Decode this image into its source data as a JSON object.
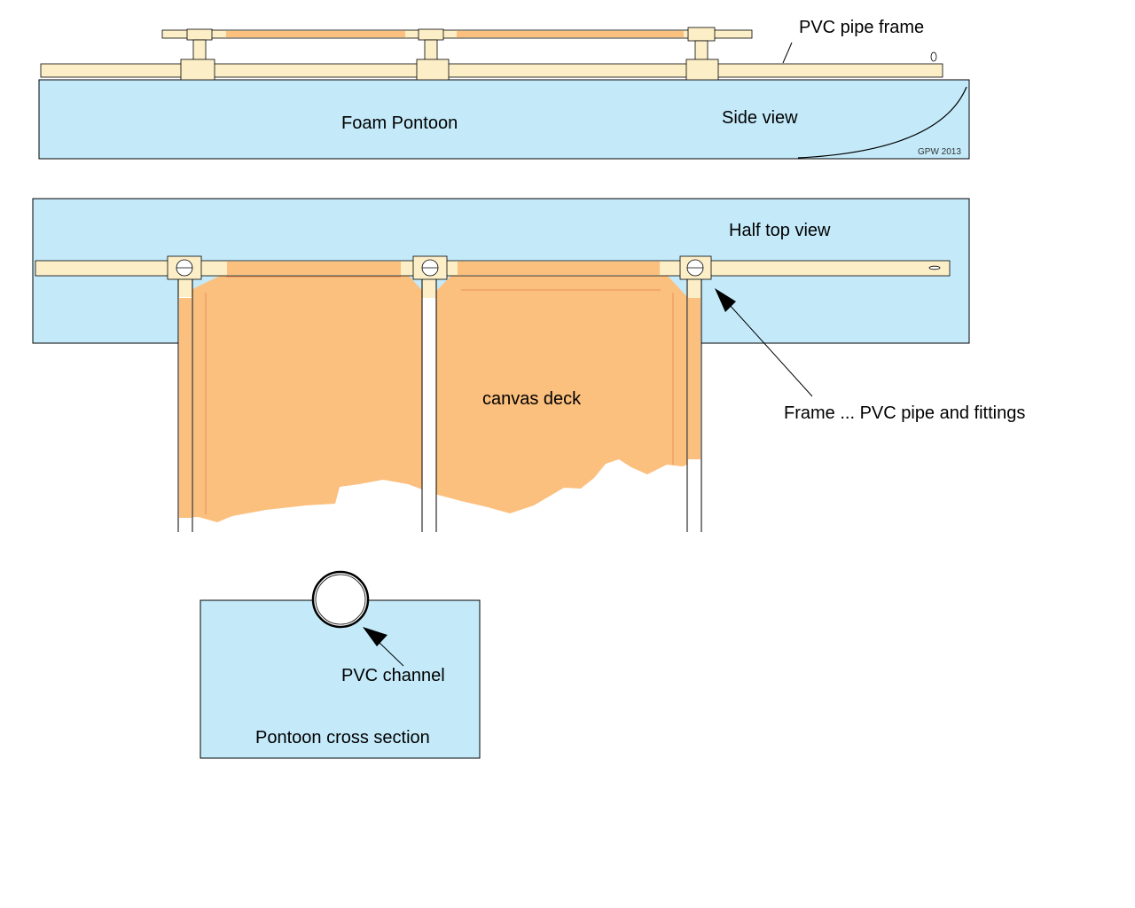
{
  "colors": {
    "foam": "#c4eafa",
    "pipe": "#fcefc8",
    "canvas": "#fbbf7e",
    "canvas_line": "#e8925a",
    "line": "#000000"
  },
  "labels": {
    "pvc_pipe_frame": "PVC pipe frame",
    "foam_pontoon": "Foam Pontoon",
    "side_view": "Side view",
    "credit": "GPW 2013",
    "half_top_view": "Half top view",
    "canvas_deck": "canvas deck",
    "frame_fittings": "Frame ... PVC pipe and fittings",
    "pvc_channel": "PVC channel",
    "cross_section": "Pontoon cross section"
  }
}
